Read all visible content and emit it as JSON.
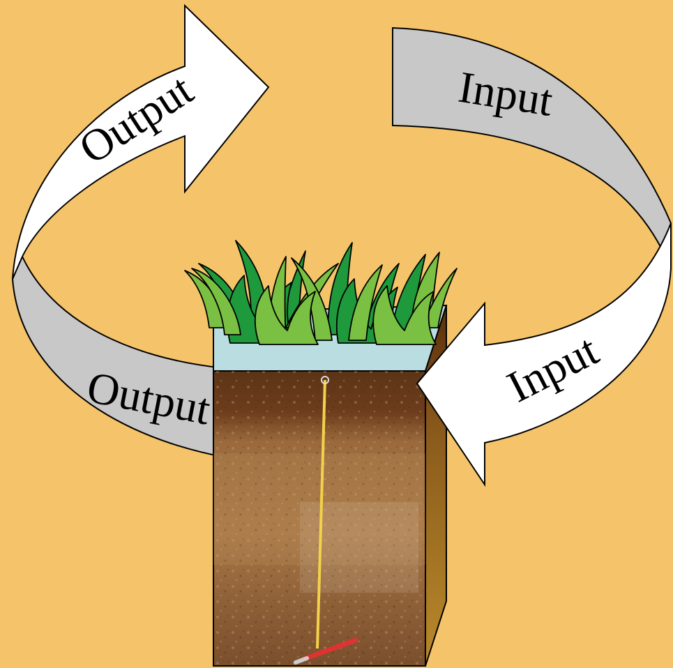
{
  "diagram": {
    "labels": {
      "output_top": "Output",
      "input_top": "Input",
      "input_right": "Input",
      "output_left": "Output"
    },
    "colors": {
      "background": "#f5c46a",
      "arrow_white": "#ffffff",
      "arrow_gray": "#c8c8c8",
      "grass_light": "#7ac143",
      "grass_dark": "#1e9a3c",
      "block_top": "#b9dde0",
      "block_side": "#6e3d14",
      "soil": "#8a5a2e"
    },
    "icons": [
      "grass-icon",
      "soil-profile-icon",
      "tape-measure-icon",
      "trowel-icon"
    ]
  }
}
